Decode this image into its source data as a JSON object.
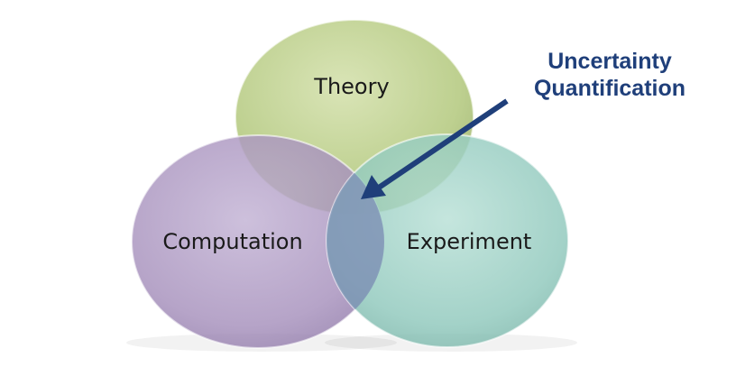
{
  "diagram": {
    "circles": [
      {
        "id": "theory",
        "label": "Theory",
        "color": "#b8cc86"
      },
      {
        "id": "computation",
        "label": "Computation",
        "color": "#a690bc"
      },
      {
        "id": "experiment",
        "label": "Experiment",
        "color": "#8fc8bc"
      }
    ],
    "overlap_color": "#7e8fb6",
    "callout": {
      "line1": "Uncertainty",
      "line2": "Quantification",
      "color": "#1f3f7a"
    }
  }
}
